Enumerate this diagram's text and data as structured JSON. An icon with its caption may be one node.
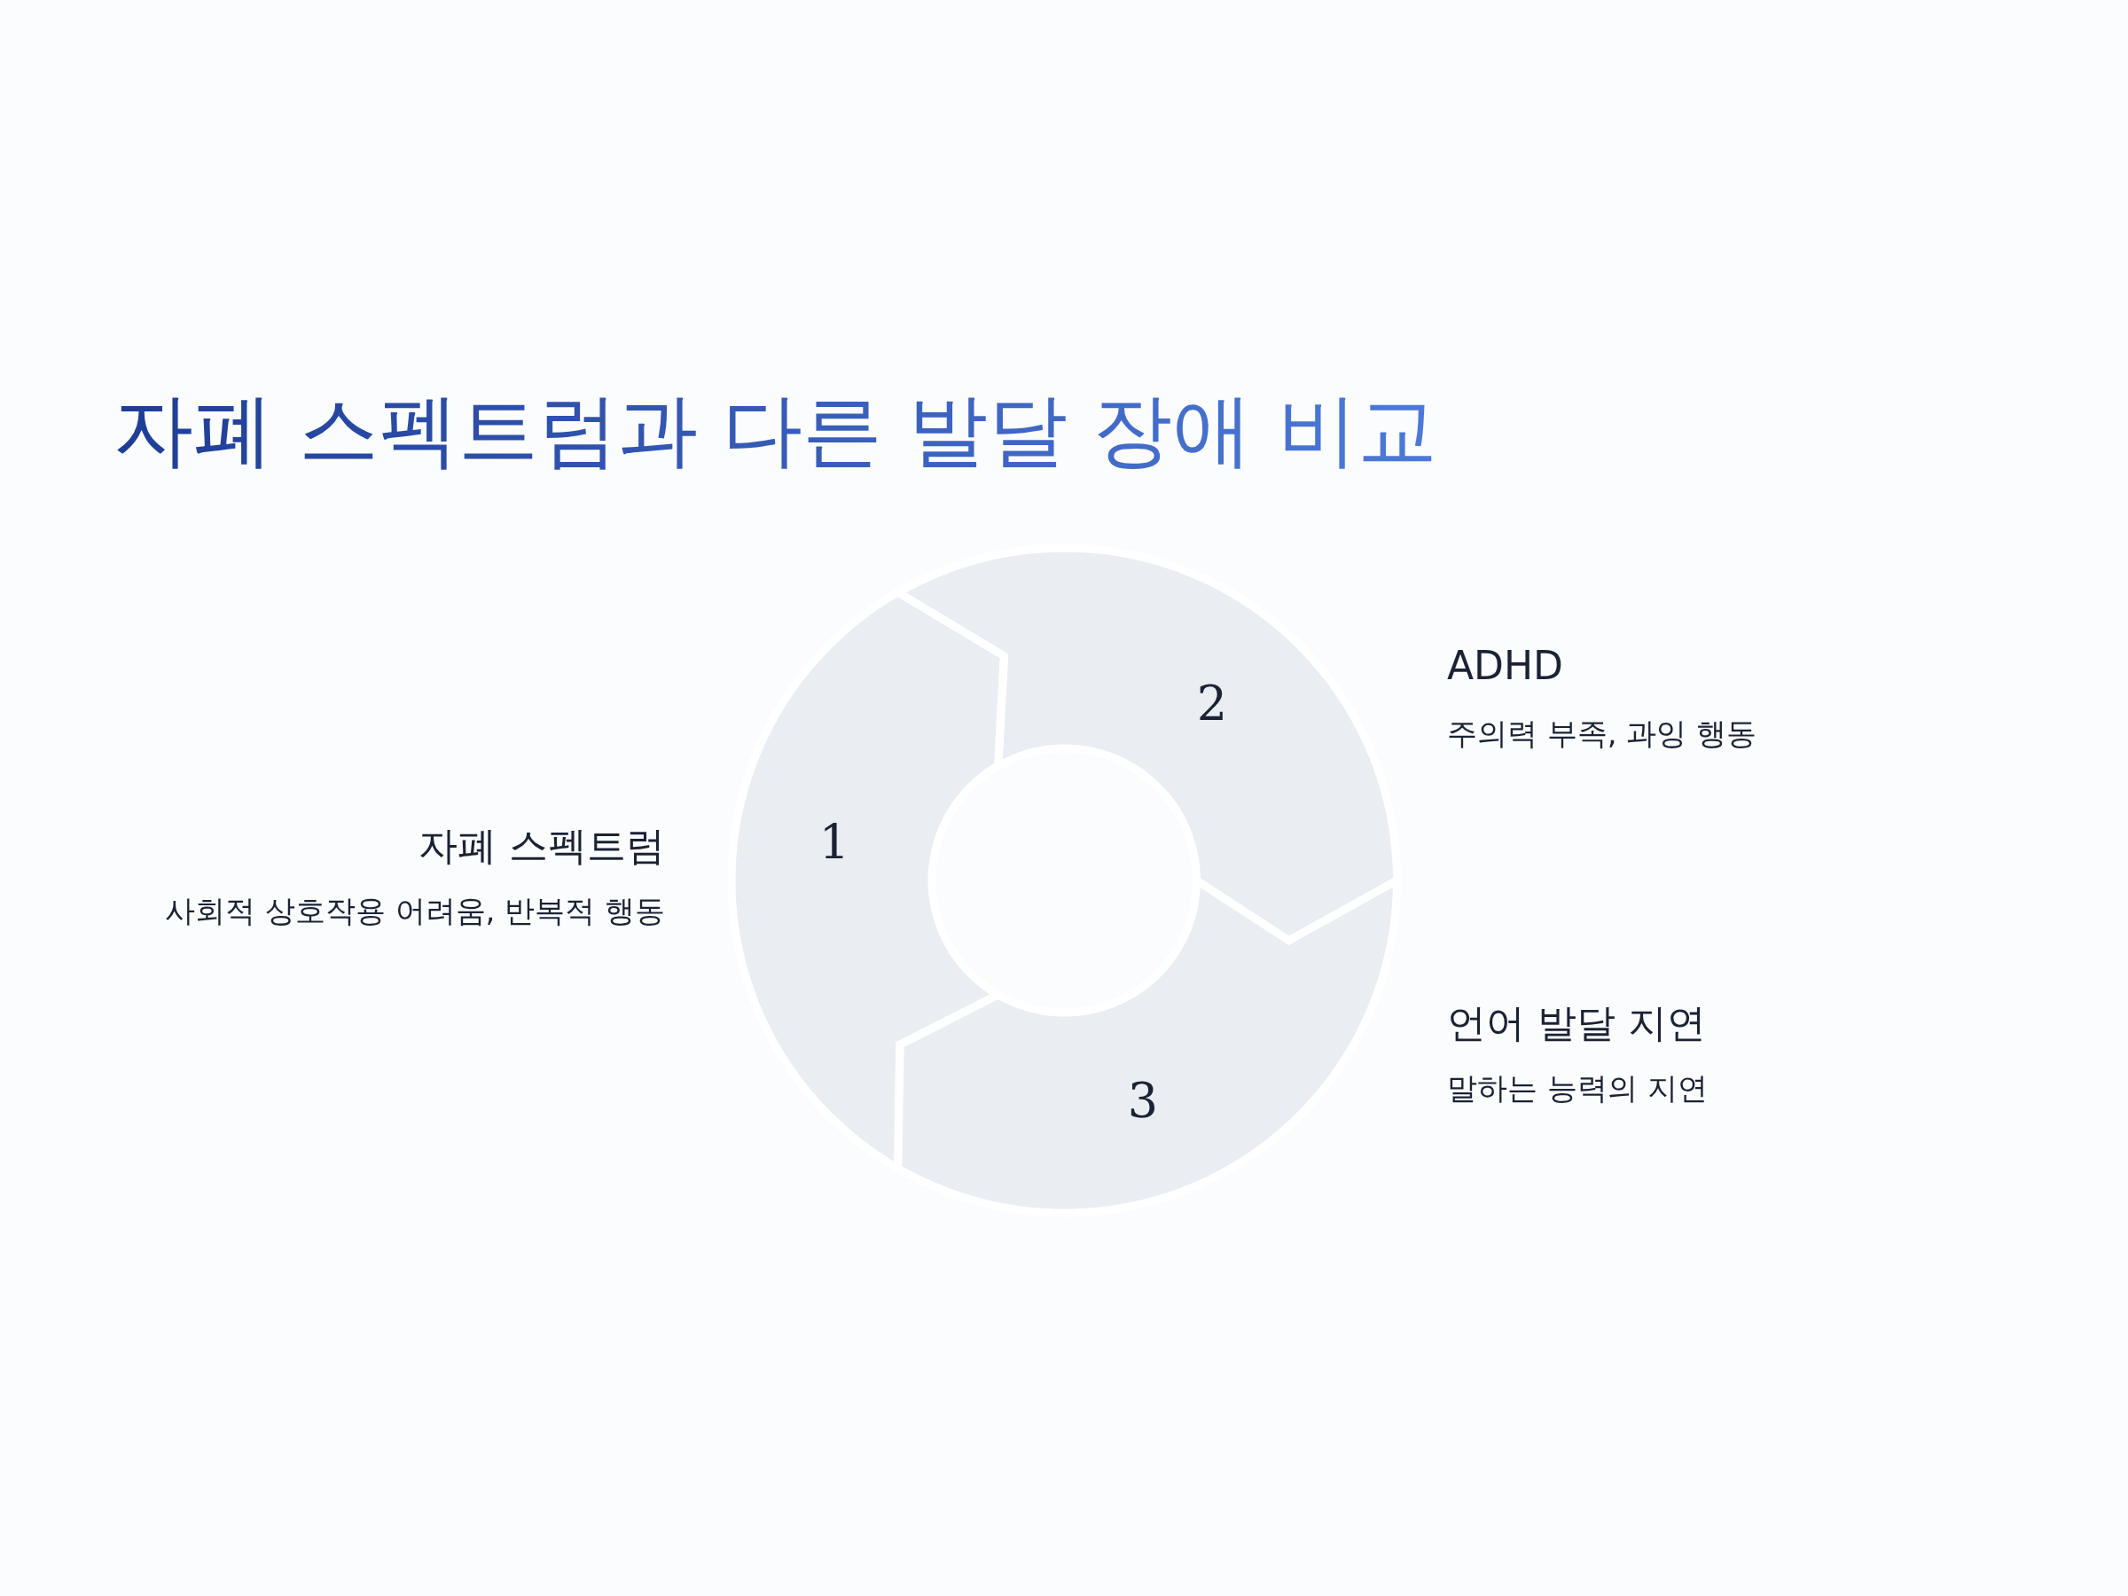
{
  "diagram": {
    "title": "자폐 스펙트럼과 다른 발달 장애 비교",
    "nodes": [
      {
        "text": [
          "1"
        ],
        "beside": [
          "자폐 스펙트럼",
          "사회적 상호작용 어려움, 반복적 행동"
        ]
      },
      {
        "text": [
          "2"
        ],
        "beside": [
          "ADHD",
          "주의력 부족, 과잉 행동"
        ]
      },
      {
        "text": [
          "3"
        ],
        "beside": [
          "언어 발달 지연",
          "말하는 능력의 지연"
        ]
      }
    ]
  }
}
